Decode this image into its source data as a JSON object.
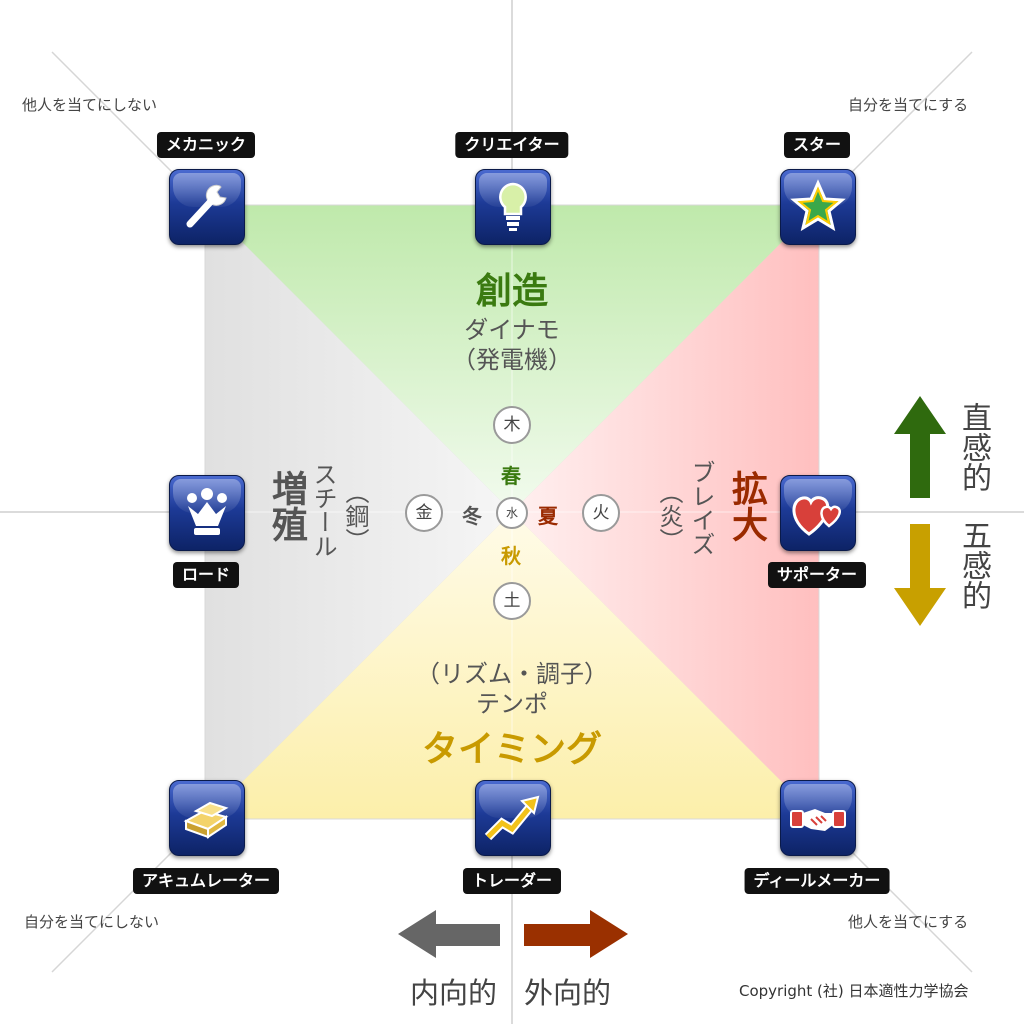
{
  "corner_notes": {
    "top_left": "他人を当てにしない",
    "top_right": "自分を当てにする",
    "bottom_left": "自分を当てにしない",
    "bottom_right": "他人を当てにする"
  },
  "roles": {
    "mechanic": "メカニック",
    "creator": "クリエイター",
    "star": "スター",
    "lord": "ロード",
    "supporter": "サポーター",
    "accumulator": "アキュムレーター",
    "trader": "トレーダー",
    "dealmaker": "ディールメーカー"
  },
  "quadrants": {
    "top": {
      "title": "創造",
      "sub1": "ダイナモ",
      "sub2": "（発電機）",
      "color": "#3a7a10"
    },
    "right": {
      "title": "拡大",
      "sub1": "ブレイズ",
      "sub2": "（炎）",
      "color": "#9a2a00"
    },
    "bottom": {
      "title": "タイミング",
      "sub1": "テンポ",
      "sub2": "（リズム・調子）",
      "color": "#c89a00"
    },
    "left": {
      "title": "増殖",
      "sub1": "スチール",
      "sub2": "（鋼）",
      "color": "#555555"
    }
  },
  "elements": {
    "wood": "木",
    "fire": "火",
    "earth": "土",
    "metal": "金",
    "water": "水"
  },
  "seasons": {
    "spring": "春",
    "summer": "夏",
    "autumn": "秋",
    "winter": "冬"
  },
  "right_axis": {
    "up": "直感的",
    "down": "五感的",
    "up_color": "#2f6a0e",
    "down_color": "#c8a000"
  },
  "bottom_axis": {
    "left": "内向的",
    "right": "外向的",
    "left_color": "#666666",
    "right_color": "#9a3000"
  },
  "copyright": "Copyright (社) 日本適性力学協会",
  "colors": {
    "top_fill": "#c4ebb4",
    "right_fill": "#ffc4c4",
    "bottom_fill": "#fdf0b0",
    "left_fill": "#e4e4e4",
    "icon_bg": "#1d3a96"
  }
}
